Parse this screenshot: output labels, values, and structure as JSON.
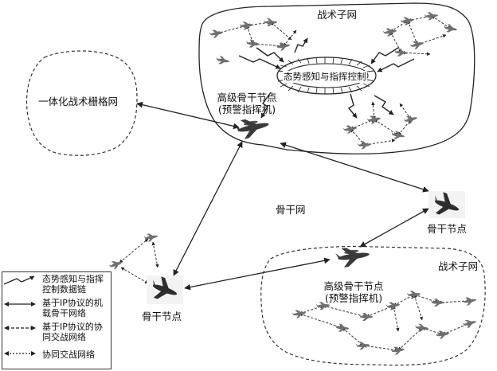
{
  "labels": {
    "tactical_subnet_top": "战术子网",
    "integrated_grid": "一体化战术栅格网",
    "situational_ring": "态势感知与指挥控制",
    "awacs_top_line1": "高级骨干节点",
    "awacs_top_line2": "(预警指挥机)",
    "backbone_net": "骨干网",
    "backbone_node_right": "骨干节点",
    "backbone_node_left": "骨干节点",
    "tactical_subnet_bottom": "战术子网",
    "awacs_bottom_line1": "高级骨干节点",
    "awacs_bottom_line2": "(预警指挥机)"
  },
  "legend": {
    "items": [
      {
        "label": "态势感知与指挥控制数据链",
        "symbol": "zigzag-arrow-icon"
      },
      {
        "label": "基于IP协议的机载骨干网络",
        "symbol": "solid-double-arrow-icon"
      },
      {
        "label": "基于IP协议的协同交战网络",
        "symbol": "dashed-double-arrow-icon"
      },
      {
        "label": "协同交战网络",
        "symbol": "dotted-double-arrow-icon"
      }
    ]
  }
}
